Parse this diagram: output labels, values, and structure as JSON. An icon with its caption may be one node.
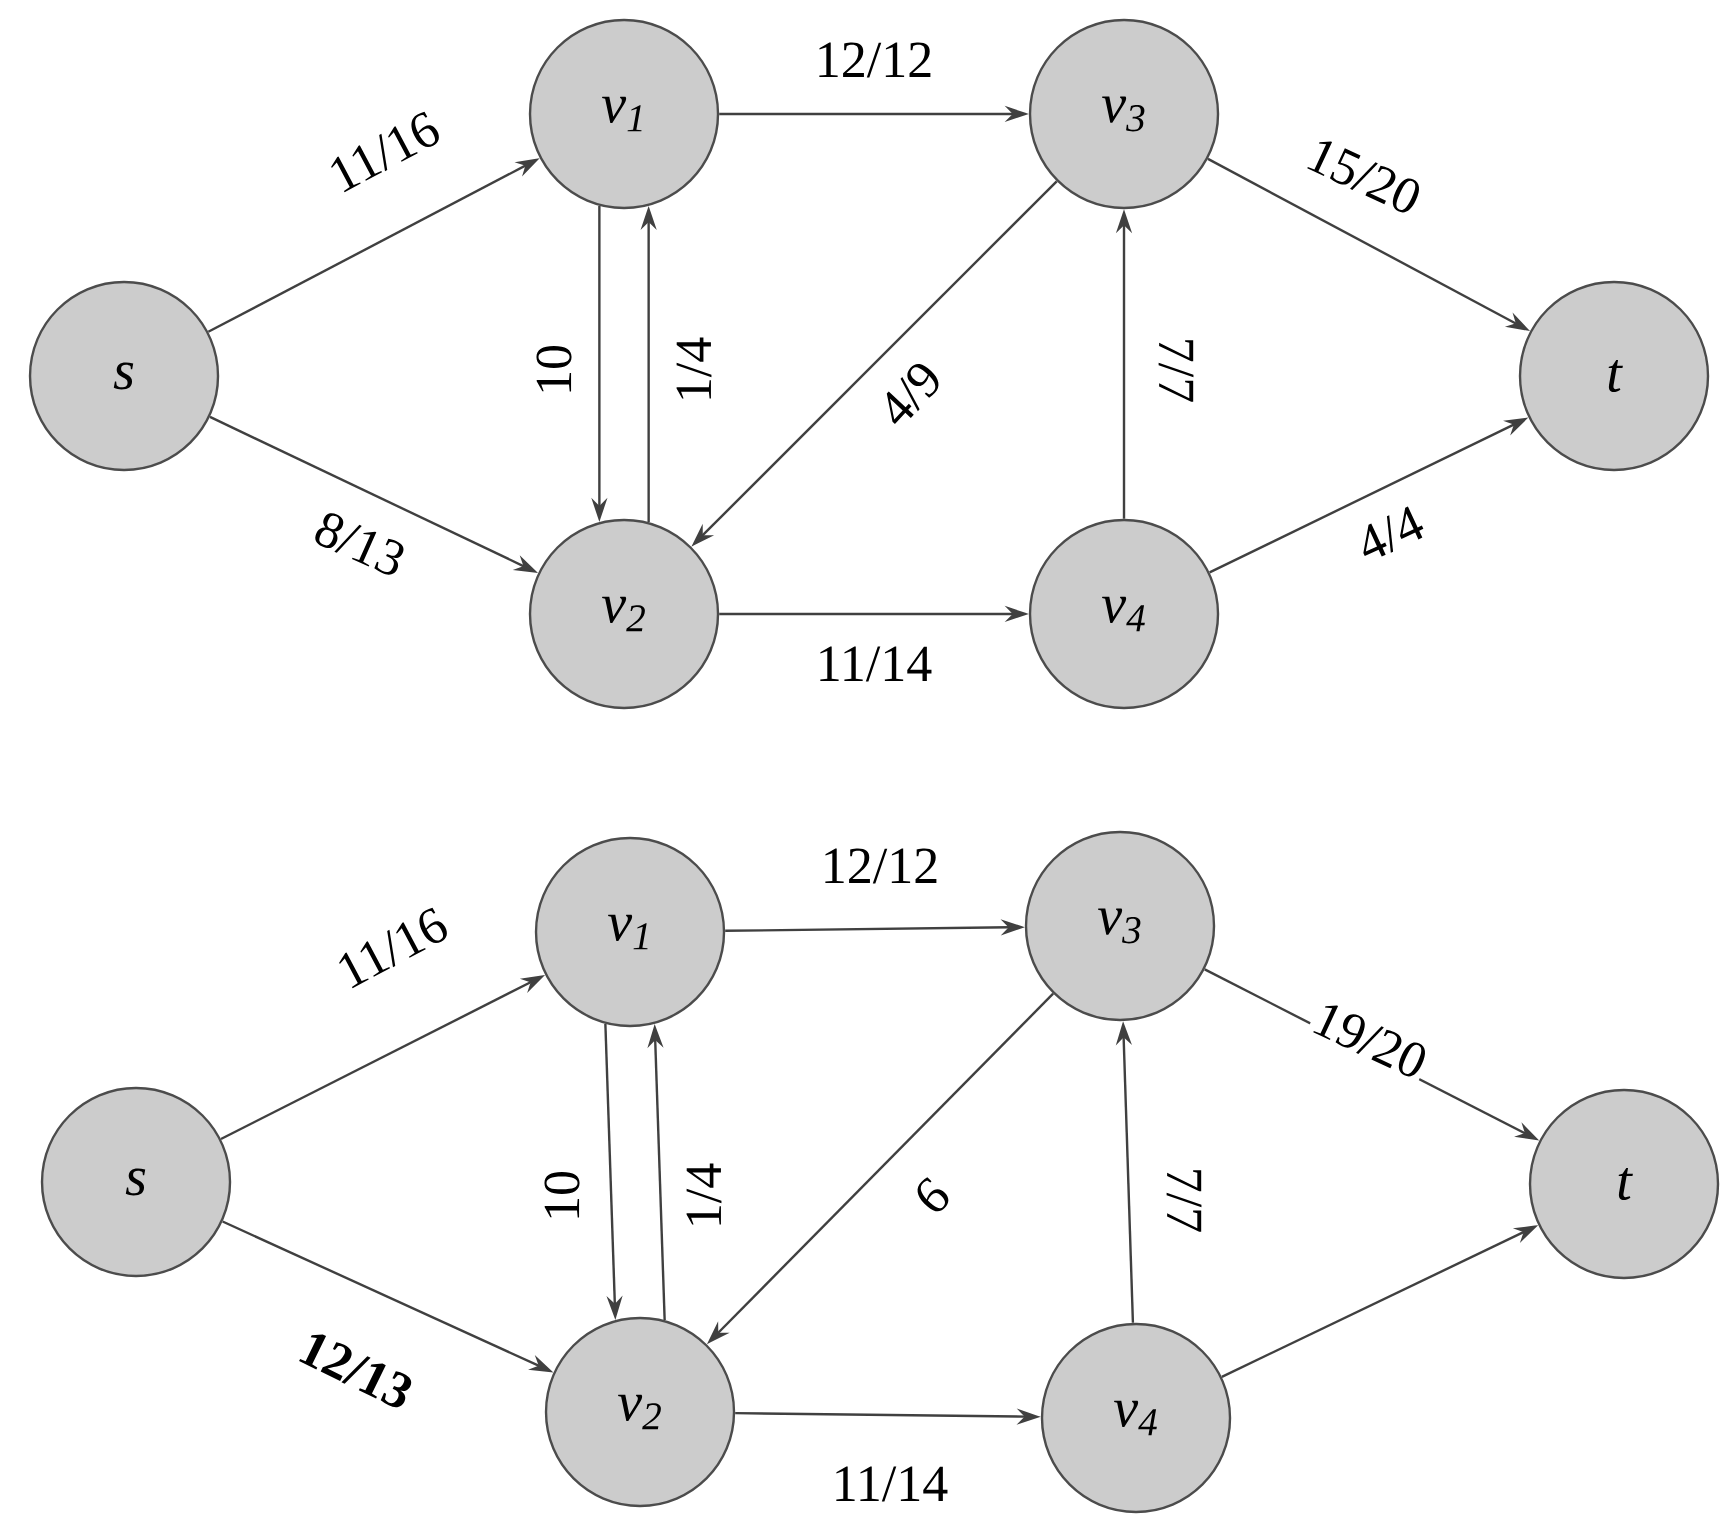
{
  "diagram": {
    "nodes": [
      {
        "text": [
          "s"
        ]
      },
      {
        "text": [
          "v$_{1}$"
        ]
      },
      {
        "text": [
          "v$_{2}$"
        ]
      },
      {
        "text": [
          "v$_{3}$"
        ]
      },
      {
        "text": [
          "v$_{4}$"
        ]
      },
      {
        "text": [
          "t"
        ]
      },
      {
        "text": [
          "s"
        ]
      },
      {
        "text": [
          "v$_{1}$"
        ]
      },
      {
        "text": [
          "v$_{2}$"
        ]
      },
      {
        "text": [
          "v$_{3}$"
        ]
      },
      {
        "text": [
          "v$_{4}$"
        ]
      },
      {
        "text": [
          "t"
        ]
      }
    ],
    "edges": [
      {
        "from": 0,
        "to": 1,
        "arrow": "to",
        "label": "11/16"
      },
      {
        "from": 0,
        "to": 2,
        "arrow": "to",
        "label": "8/13"
      },
      {
        "from": 1,
        "to": 3,
        "arrow": "to",
        "label": "12/12"
      },
      {
        "from": 1,
        "to": 2,
        "arrow": "to",
        "label": "10"
      },
      {
        "from": 2,
        "to": 1,
        "arrow": "to",
        "label": "1/4"
      },
      {
        "from": 3,
        "to": 2,
        "arrow": "to",
        "label": "4/9"
      },
      {
        "from": 4,
        "to": 3,
        "arrow": "to",
        "label": "7/7"
      },
      {
        "from": 2,
        "to": 4,
        "arrow": "to",
        "label": "11/14"
      },
      {
        "from": 3,
        "to": 5,
        "arrow": "to",
        "label": "15/20"
      },
      {
        "from": 4,
        "to": 5,
        "arrow": "to",
        "label": "4/4"
      },
      {
        "from": 6,
        "to": 7,
        "arrow": "to",
        "label": "11/16"
      },
      {
        "from": 6,
        "to": 8,
        "arrow": "to",
        "label": "**12/13**"
      },
      {
        "from": 7,
        "to": 9,
        "arrow": "to",
        "label": "12/12"
      },
      {
        "from": 7,
        "to": 8,
        "arrow": "to",
        "label": "10"
      },
      {
        "from": 8,
        "to": 7,
        "arrow": "to",
        "label": "1/4"
      },
      {
        "from": 9,
        "to": 8,
        "arrow": "to",
        "label": "9"
      },
      {
        "from": 10,
        "to": 9,
        "arrow": "to",
        "label": "7/7"
      },
      {
        "from": 8,
        "to": 10,
        "arrow": "to",
        "label": "11/14"
      },
      {
        "from": 9,
        "to": 11,
        "arrow": "to",
        "label": "19/20"
      },
      {
        "from": 10,
        "to": 11,
        "arrow": "to"
      }
    ]
  }
}
